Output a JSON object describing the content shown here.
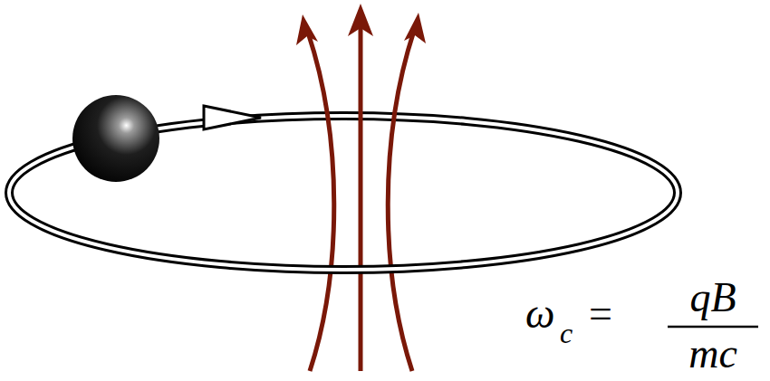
{
  "diagram": {
    "labels": [
      "ω",
      "c",
      "=",
      "qB",
      "mc"
    ]
  }
}
